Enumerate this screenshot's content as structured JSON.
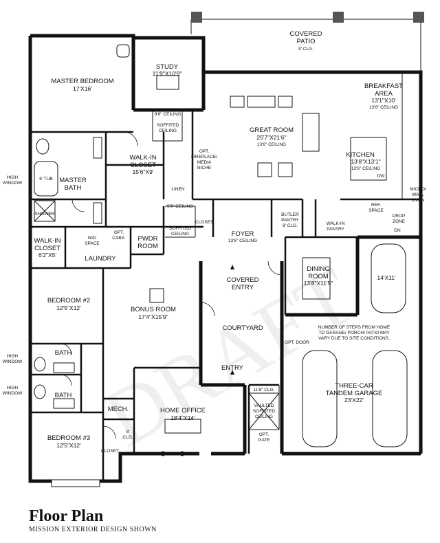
{
  "title": "Floor Plan",
  "subtitle": "MISSION EXTERIOR DESIGN SHOWN",
  "watermark": "DRAFT",
  "labels": {
    "patio": "COVERED",
    "patio2": "PATIO",
    "patio_clg": "9' CLG.",
    "master_bedroom": "MASTER BEDROOM",
    "master_bedroom_dim": "17'X16'",
    "study": "STUDY",
    "study_dim": "11'9\"X10'9\"",
    "breakfast": "BREAKFAST",
    "breakfast2": "AREA",
    "breakfast_dim": "13'1\"X10'",
    "breakfast_clg": "13'6\" CEILING",
    "great_room": "GREAT ROOM",
    "great_room_dim": "25'7\"X21'6\"",
    "great_room_clg": "13'6\" CEILING",
    "ceil_96_a": "9'6\" CEILING",
    "soffited_a": "SOFFITED",
    "soffited_a2": "CEILING",
    "opt_fireplace": "OPT.",
    "opt_fireplace2": "FIREPLACE/",
    "opt_fireplace3": "MEDIA",
    "opt_fireplace4": "NICHE",
    "walkin_closet": "WALK-IN",
    "walkin_closet2": "CLOSET",
    "walkin_closet_dim": "15'6\"X9'",
    "kitchen": "KITCHEN",
    "kitchen_dim": "13'8\"X13'1\"",
    "kitchen_clg": "13'6\" CEILING",
    "dw": "DW",
    "high_window_1": "HIGH",
    "high_window_1b": "WINDOW",
    "tub": "6' TUB",
    "master_bath": "MASTER",
    "master_bath2": "BATH",
    "linen": "LINEN",
    "micro": "MICRO/",
    "micro2": "WALL",
    "micro3": "OVEN",
    "ceil_96_b": "9'6\" CEILING",
    "shower": "SHOWER",
    "closet_a": "CLOSET",
    "soffited_b": "SOFFITED",
    "soffited_b2": "CEILING",
    "foyer": "FOYER",
    "foyer_clg": "13'6\" CEILING",
    "butler": "BUTLER",
    "butler2": "PANTRY",
    "butler3": "8' CLG.",
    "walkin_pantry": "WALK-IN",
    "walkin_pantry2": "PANTRY",
    "ref_space": "REF.",
    "ref_space2": "SPACE",
    "drop_zone": "DROP",
    "drop_zone2": "ZONE",
    "dn": "DN",
    "walkin_closet_b": "WALK-IN",
    "walkin_closet_b2": "CLOSET",
    "walkin_closet_b_dim": "6'2\"X5'",
    "wd_space": "W/D",
    "wd_space2": "SPACE",
    "opt_cabs": "OPT.",
    "opt_cabs2": "CABS.",
    "pwdr": "PWDR",
    "pwdr2": "ROOM",
    "laundry": "LAUNDRY",
    "car_dim": "14'X11'",
    "covered_entry": "COVERED",
    "covered_entry2": "ENTRY",
    "dining": "DINING",
    "dining2": "ROOM",
    "dining_dim": "13'8\"X11'5\"",
    "bedroom2": "BEDROOM #2",
    "bedroom2_dim": "12'5\"X12'",
    "bonus": "BONUS ROOM",
    "bonus_dim": "17'4\"X15'9\"",
    "courtyard": "COURTYARD",
    "steps_note1": "NUMBER OF STEPS FROM HOME",
    "steps_note2": "TO GARAGE/ PORCH/ PATIO MAY",
    "steps_note3": "VARY DUE TO SITE CONDITIONS.",
    "opt_door": "OPT. DOOR",
    "high_window_2": "HIGH",
    "high_window_2b": "WINDOW",
    "bath_a": "BATH",
    "entry": "ENTRY",
    "garage": "THREE-CAR",
    "garage2": "TANDEM GARAGE",
    "garage_dim": "23'X22'",
    "high_window_3": "HIGH",
    "high_window_3b": "WINDOW",
    "bath_b": "BATH",
    "clg_118": "11'8\" CLG.",
    "vaulted": "VAULTED",
    "vaulted2": "SOFFITED",
    "vaulted3": "CEILING",
    "mech": "MECH.",
    "home_office": "HOME OFFICE",
    "home_office_dim": "18'4\"X14'",
    "clg_8": "8'",
    "clg_8b": "CLG.",
    "opt_gate": "OPT.",
    "opt_gate2": "GATE",
    "bedroom3": "BEDROOM #3",
    "bedroom3_dim": "12'5\"X12'",
    "closet_b": "CLOSET"
  }
}
